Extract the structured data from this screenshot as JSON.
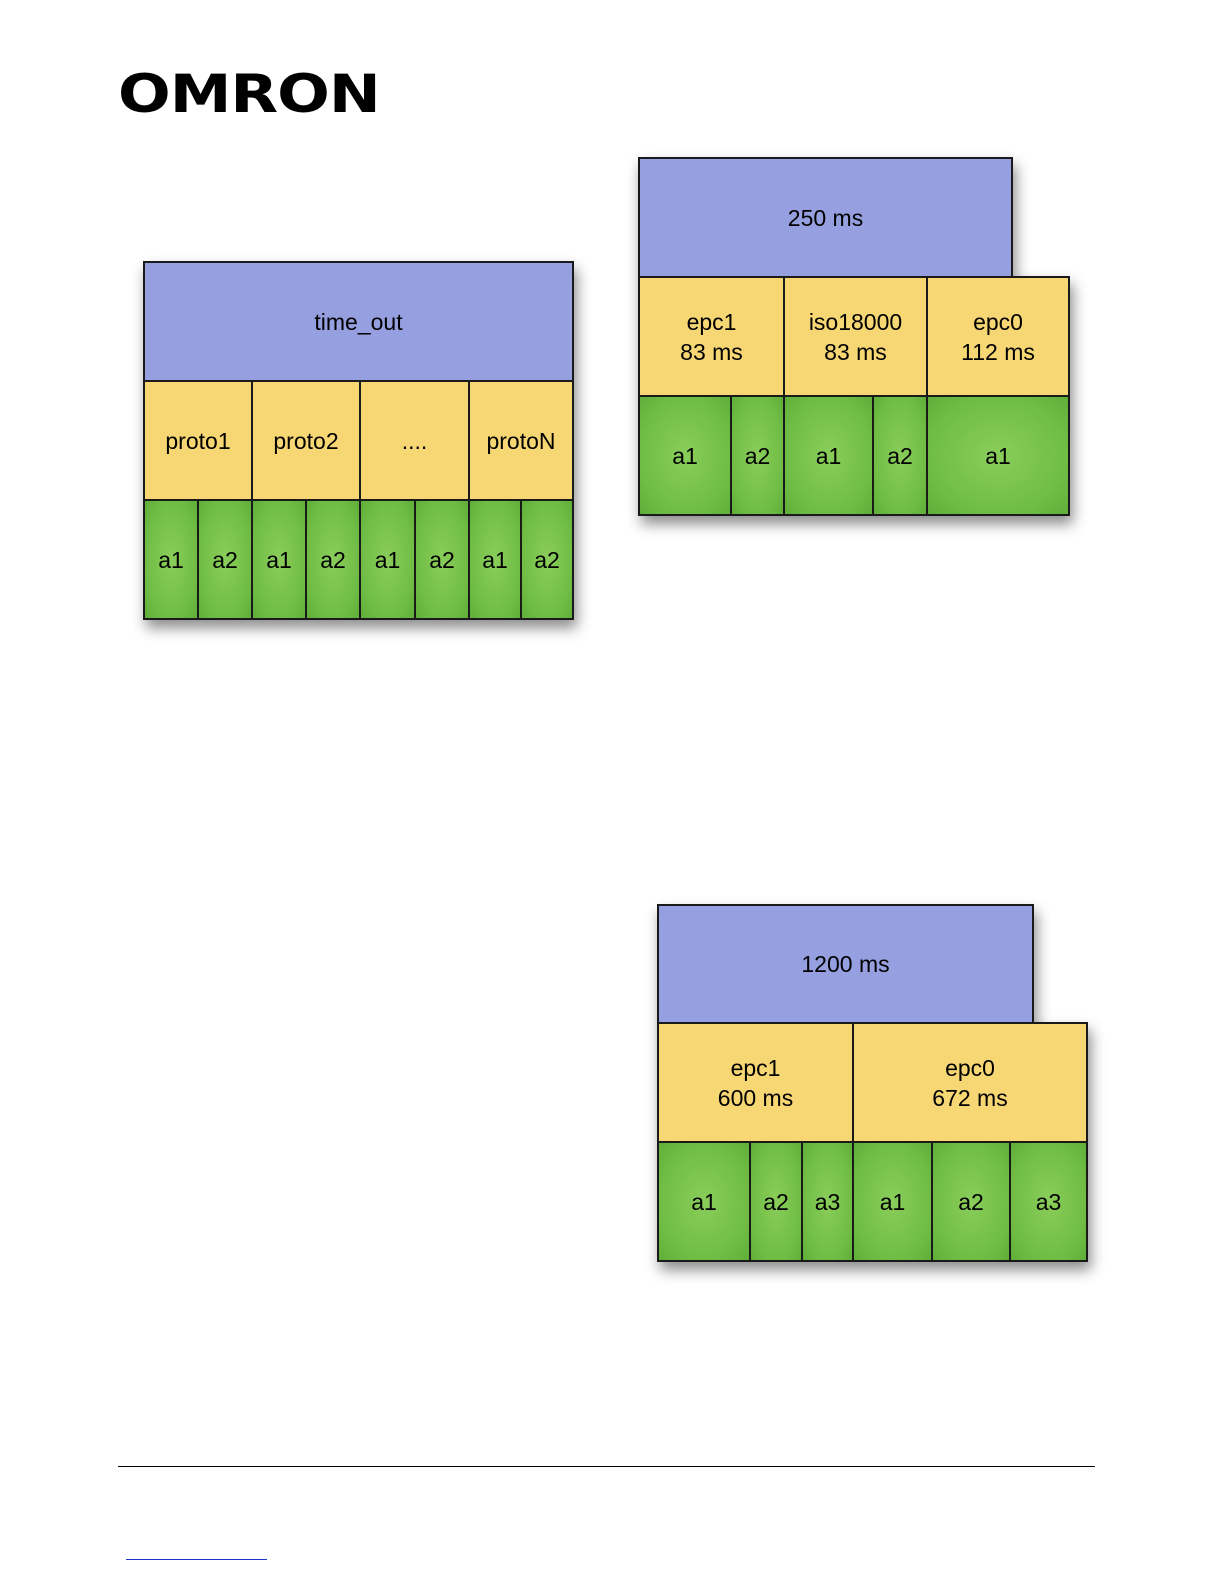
{
  "header": {
    "logo": "OMRON"
  },
  "diagrams": [
    {
      "top": "time_out",
      "protocols": [
        "proto1",
        "proto2",
        "....",
        "protoN"
      ],
      "antennas": [
        "a1",
        "a2",
        "a1",
        "a2",
        "a1",
        "a2",
        "a1",
        "a2"
      ]
    },
    {
      "top": "250 ms",
      "protocols": [
        {
          "name": "epc1",
          "time": "83 ms"
        },
        {
          "name": "iso18000",
          "time": "83 ms"
        },
        {
          "name": "epc0",
          "time": "112 ms"
        }
      ],
      "antennas": [
        "a1",
        "a2",
        "a1",
        "a2",
        "a1"
      ]
    },
    {
      "top": "1200 ms",
      "protocols": [
        {
          "name": "epc1",
          "time": "600 ms"
        },
        {
          "name": "epc0",
          "time": "672 ms"
        }
      ],
      "antennas": [
        "a1",
        "a2",
        "a3",
        "a1",
        "a2",
        "a3"
      ]
    }
  ],
  "colors": {
    "period": "#96a0e0",
    "protocol": "#f7d773",
    "antenna": "#6fbd44"
  }
}
